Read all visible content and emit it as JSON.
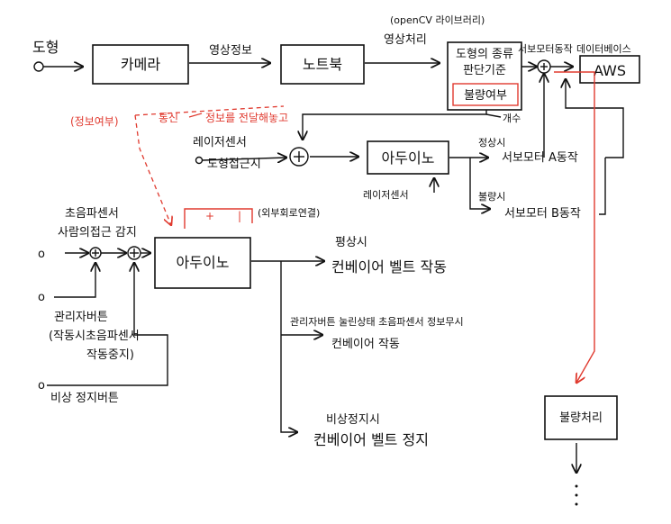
{
  "colors": {
    "ink": "#111111",
    "accent": "#e03a2f"
  },
  "labels": {
    "dohyeong_title": "도형",
    "camera": "카메라",
    "video_info": "영상정보",
    "laptop": "노트북",
    "opencv_note": "(openCV 라이브러리)",
    "image_processing": "영상처리",
    "shape_kind_line1": "도형의 종류",
    "shape_kind_line2": "판단기준",
    "defect_check": "불량여부",
    "servo_motor_op": "서보모터동작",
    "database": "데이터베이스",
    "aws": "AWS",
    "count": "개수",
    "normal_top": "정상시",
    "servo_a": "서보모터 A동작",
    "defect_sub": "불량시",
    "servo_b": "서보모터 B동작",
    "arduino_top": "아두이노",
    "laser_sensor_1": "레이저센서",
    "shape_approach": "도형접근시",
    "laser_sensor_2": "레이저센서",
    "telemetry": "통신",
    "info_sent": "정보를 전달해놓고",
    "red_note": "(정보여부)",
    "ultrasonic_line1": "초음파센서",
    "ultrasonic_line2": "사람의접근 감지",
    "arduino_main": "아두이노",
    "external_circuit": "(외부회로연결)",
    "normal_main": "평상시",
    "conveyor_run": "컨베이어 벨트 작동",
    "admin_button_line1": "관리자버튼",
    "admin_button_line2": "(작동시초음파센서",
    "admin_button_line3": "작동중지)",
    "admin_pressed_line1": "관리자버튼 눌린상태 초음파센서 정보무시",
    "admin_pressed_line2": "컨베이어 작동",
    "emergency_button": "비상 정지버튼",
    "emergency_state": "비상정지시",
    "conveyor_stop": "컨베이어 벨트 정지",
    "defect_handling": "불량처리",
    "input_1": "o",
    "input_2": "o",
    "input_3": "o",
    "input_4": "o",
    "input_5": "o"
  }
}
